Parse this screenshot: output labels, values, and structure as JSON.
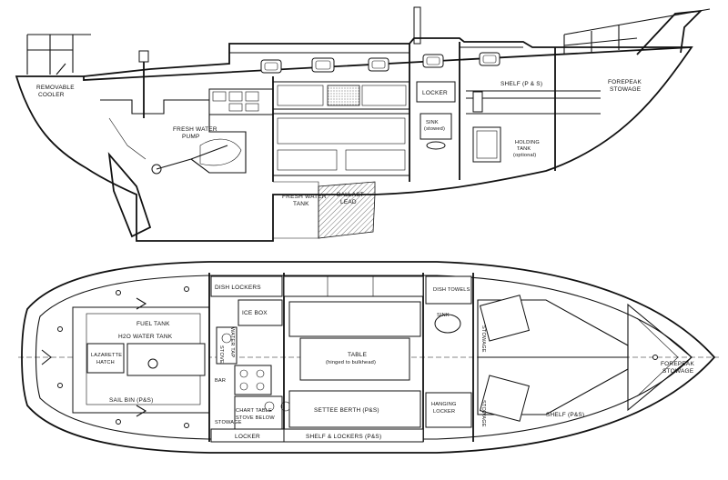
{
  "profile_labels": {
    "removable_cooler_1": "REMOVABLE",
    "removable_cooler_2": "COOLER",
    "fresh_water_pump_1": "FRESH WATER",
    "fresh_water_pump_2": "PUMP",
    "fresh_water_tank_1": "FRESH WATER",
    "fresh_water_tank_2": "TANK",
    "ballast_lead_1": "BALLAST",
    "ballast_lead_2": "LEAD",
    "locker": "LOCKER",
    "sink_1": "SINK",
    "sink_2": "(stowed)",
    "shelf": "SHELF (P & S)",
    "forepeak_1": "FOREPEAK",
    "forepeak_2": "STOWAGE",
    "holding_tank_1": "HOLDING",
    "holding_tank_2": "TANK",
    "holding_tank_3": "(optional)"
  },
  "plan_labels": {
    "dish_lockers": "DISH LOCKERS",
    "ice_box": "ICE BOX",
    "fuel_tank": "FUEL TANK",
    "h2o_water_tank": "H2O WATER TANK",
    "lazarette_hatch_1": "LAZARETTE",
    "lazarette_hatch_2": "HATCH",
    "sail_bin": "SAIL BIN (P&S)",
    "bar": "BAR",
    "stowage_aft": "STOWAGE",
    "chart_table_1": "CHART TABLE",
    "chart_table_2": "STOVE BELOW",
    "settee_berth": "SETTEE BERTH (P&S)",
    "table_1": "TABLE",
    "table_2": "(hinged to bulkhead)",
    "locker": "LOCKER",
    "shelf_lockers": "SHELF & LOCKERS (P&S)",
    "hanging_locker_1": "HANGING",
    "hanging_locker_2": "LOCKER",
    "stowage_mid_1": "STOWAGE",
    "stowage_mid_2": "STOWAGE",
    "shelf": "SHELF (P&S)",
    "forepeak_1": "FOREPEAK",
    "forepeak_2": "STOWAGE",
    "dish_towel": "DISH TOWELS",
    "sink": "SINK",
    "water_tap": "WATER TAP",
    "stove": "STOVE"
  }
}
